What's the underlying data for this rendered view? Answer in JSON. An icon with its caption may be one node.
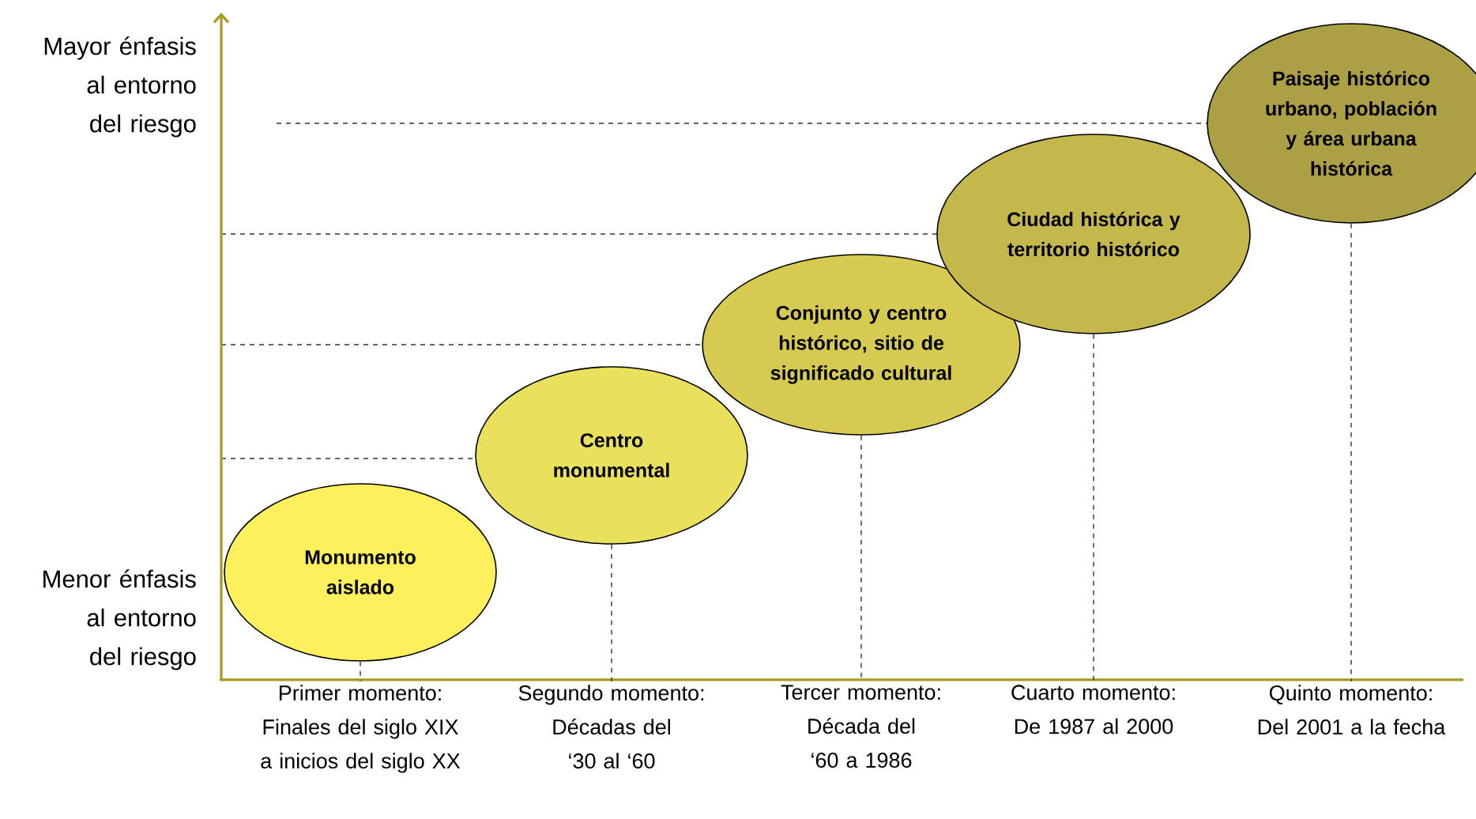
{
  "diagram": {
    "nodes": [
      {
        "text": [
          "Monumento aislado"
        ]
      },
      {
        "text": [
          "Centro monumental"
        ]
      },
      {
        "text": [
          "Conjunto y centro histórico, sitio de significado cultural"
        ]
      },
      {
        "text": [
          "Ciudad histórica y territorio histórico"
        ]
      },
      {
        "text": [
          "Paisaje histórico urbano, población y área urbana histórica"
        ]
      },
      {
        "text": [
          "Primer momento: Finales del siglo XIX a inicios del siglo XX"
        ]
      },
      {
        "text": [
          "Segundo momento: Décadas del ‘30 al ‘60"
        ]
      },
      {
        "text": [
          "Tercer momento: Década del ‘60 a 1986"
        ]
      },
      {
        "text": [
          "Cuarto momento: De 1987 al 2000"
        ]
      },
      {
        "text": [
          "Quinto momento: Del 2001 a la fecha"
        ]
      }
    ],
    "edges": [
      {
        "from": 0,
        "to": 5,
        "arrow": "none",
        "style": "dashed"
      },
      {
        "from": 1,
        "to": 6,
        "arrow": "none",
        "style": "dashed"
      },
      {
        "from": 2,
        "to": 7,
        "arrow": "none",
        "style": "dashed"
      },
      {
        "from": 3,
        "to": 8,
        "arrow": "none",
        "style": "dashed"
      },
      {
        "from": 4,
        "to": 9,
        "arrow": "none",
        "style": "dashed"
      }
    ],
    "labels": [
      "Mayor énfasis al entorno del riesgo",
      "Menor énfasis al entorno del riesgo"
    ]
  }
}
